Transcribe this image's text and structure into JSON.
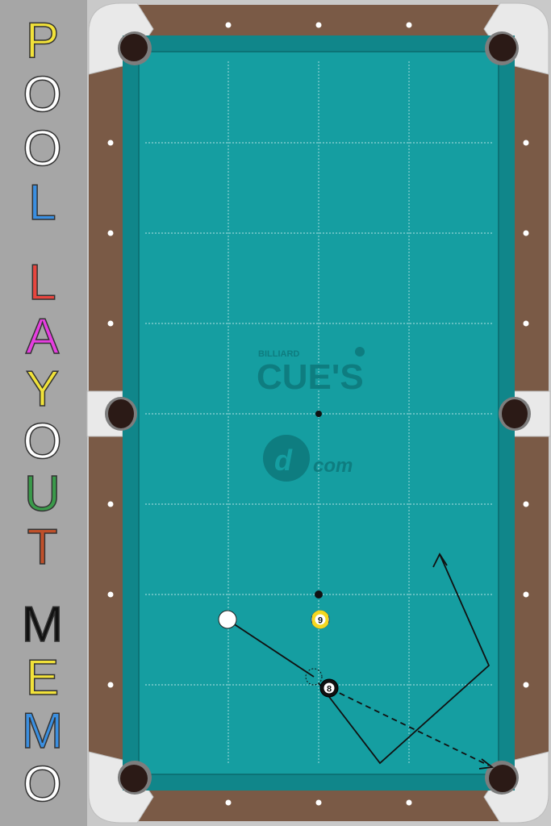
{
  "sidebar": {
    "letters": [
      {
        "char": "P",
        "color": "#f2e23a"
      },
      {
        "char": "O",
        "color": "#ffffff"
      },
      {
        "char": "O",
        "color": "#ffffff"
      },
      {
        "char": "L",
        "color": "#3b8fe0"
      },
      {
        "char": "L",
        "color": "#e8463f"
      },
      {
        "char": "A",
        "color": "#e63ee0"
      },
      {
        "char": "Y",
        "color": "#f0e23a"
      },
      {
        "char": "O",
        "color": "#ffffff"
      },
      {
        "char": "U",
        "color": "#3a9a4a"
      },
      {
        "char": "T",
        "color": "#c0502a"
      },
      {
        "char": "M",
        "color": "#111111"
      },
      {
        "char": "E",
        "color": "#f2e23a"
      },
      {
        "char": "M",
        "color": "#3b8fe0"
      },
      {
        "char": "O",
        "color": "#ffffff"
      }
    ]
  },
  "logo": {
    "top": "BILLIARD",
    "main": "CUE'S",
    "sub": "com"
  },
  "balls": {
    "cue": {
      "label": ""
    },
    "nine": {
      "label": "9"
    },
    "eight": {
      "label": "8"
    }
  },
  "colors": {
    "felt": "#159ea1",
    "rail": "#7a5a46",
    "corner": "#e8e8e8",
    "pocket": "#2b1a16"
  }
}
